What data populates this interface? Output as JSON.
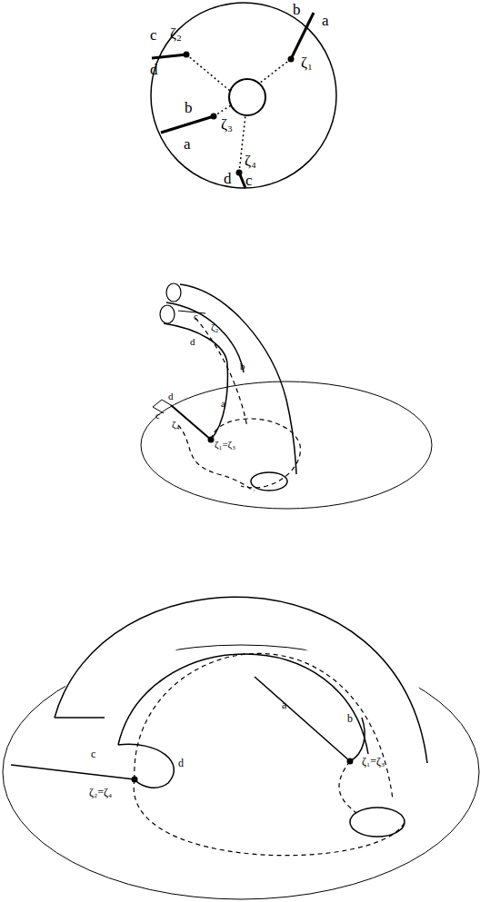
{
  "diagram": {
    "labels": [
      "b",
      "a",
      "ζ₁",
      "c",
      "ζ₂",
      "d",
      "b",
      "ζ₃",
      "a",
      "ζ₄",
      "d",
      "c",
      "c",
      "ζ₂",
      "d",
      "b",
      "d",
      "a",
      "c",
      "ζ₄",
      "ζ₁=ζ₃",
      "c",
      "ζ₂=ζ₄",
      "d",
      "a",
      "b",
      "ζ₁=ζ₃"
    ]
  }
}
